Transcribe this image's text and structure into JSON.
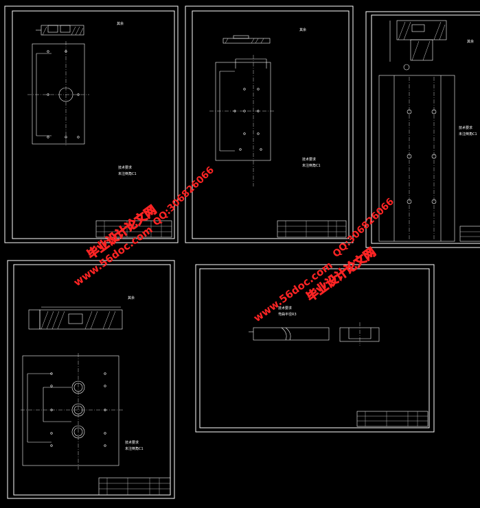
{
  "watermarks": {
    "site_url": "www.56doc.com",
    "qq": "QQ:306826066",
    "slogan": "毕业设计论文网"
  },
  "sheets": [
    {
      "id": "sheet-1",
      "tech_note_1": "技术要求",
      "tech_note_2": "未注倒角C1",
      "roughness": "其余"
    },
    {
      "id": "sheet-2",
      "tech_note_1": "技术要求",
      "tech_note_2": "未注倒角C1",
      "roughness": "其余"
    },
    {
      "id": "sheet-3",
      "tech_note_1": "技术要求",
      "tech_note_2": "未注倒角C1",
      "roughness": "其余"
    },
    {
      "id": "sheet-4",
      "tech_note_1": "技术要求",
      "tech_note_2": "未注倒角C1",
      "roughness": "其余"
    },
    {
      "id": "sheet-5",
      "tech_note_1": "技术要求",
      "tech_note_2": "弯曲半径R3"
    }
  ],
  "colors": {
    "line": "#ffffff",
    "watermark": "#ff2424",
    "background": "#000000"
  }
}
